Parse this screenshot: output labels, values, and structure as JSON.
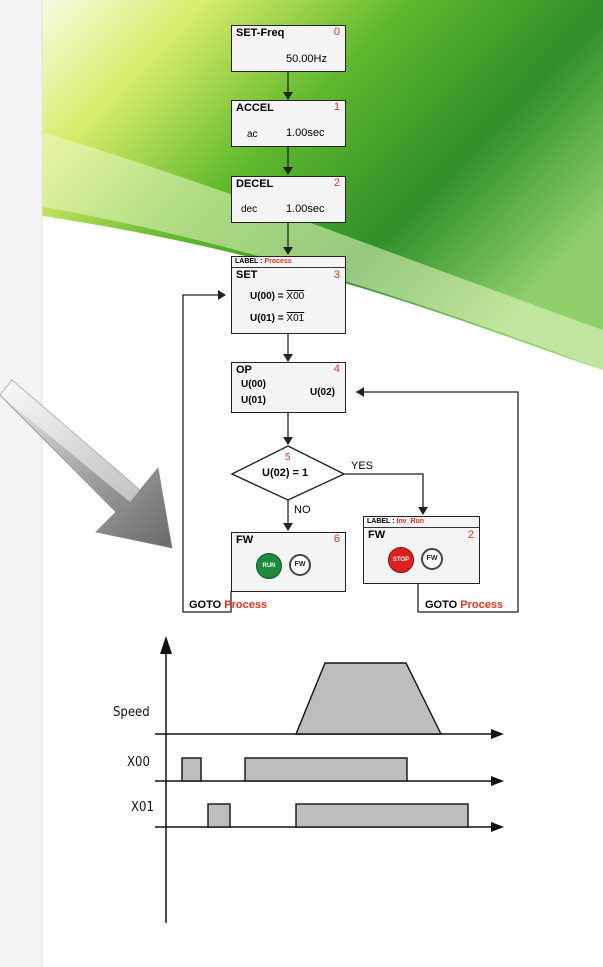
{
  "flowchart": {
    "set_freq": {
      "title": "SET-Freq",
      "num": "0",
      "value": "50.00Hz"
    },
    "accel": {
      "title": "ACCEL",
      "num": "1",
      "icon_text": "ac",
      "value": "1.00sec"
    },
    "decel": {
      "title": "DECEL",
      "num": "2",
      "icon_text": "dec",
      "value": "1.00sec"
    },
    "set": {
      "label_prefix": "LABEL : ",
      "label_name": "Process",
      "title": "SET",
      "num": "3",
      "lines": [
        {
          "lhs": "U(00) = ",
          "rhs": "X00"
        },
        {
          "lhs": "U(01) = ",
          "rhs": "X01"
        }
      ]
    },
    "op": {
      "title": "OP",
      "num": "4",
      "in1": "U(00)",
      "in2": "U(01)",
      "out": "U(02)"
    },
    "decision": {
      "num": "5",
      "cond": "U(02) = 1",
      "yes": "YES",
      "no": "NO"
    },
    "fw_run": {
      "title": "FW",
      "num": "6",
      "button": "RUN",
      "icon": "FW"
    },
    "fw_stop": {
      "label_prefix": "LABEL : ",
      "label_name": "Inv_Run",
      "title": "FW",
      "num": "2",
      "button": "STOP",
      "icon": "FW"
    },
    "goto_left": {
      "prefix": "GOTO ",
      "name": "Process"
    },
    "goto_right": {
      "prefix": "GOTO ",
      "name": "Process"
    }
  },
  "timing": {
    "rows": [
      {
        "label": "Speed"
      },
      {
        "label": "X00"
      },
      {
        "label": "X01"
      }
    ]
  },
  "colors": {
    "accent_red": "#e8321e",
    "run_green": "#1e8a3c",
    "stop_red": "#e02020",
    "pulse_fill": "#bdbdbd"
  }
}
